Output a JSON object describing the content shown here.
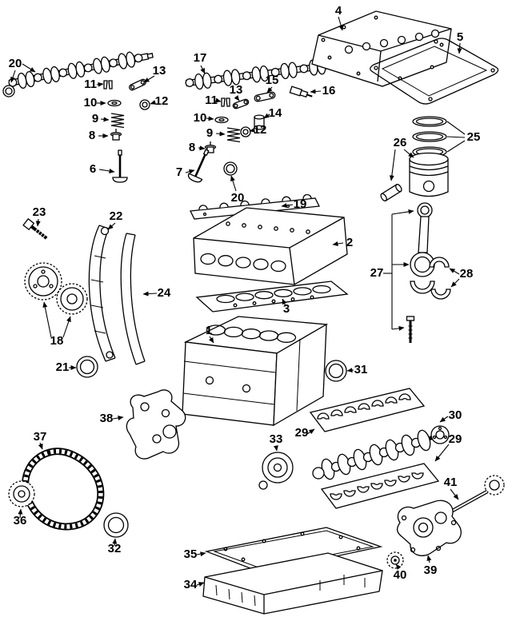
{
  "page": {
    "background_color": "#ffffff",
    "line_color": "#000000",
    "description": "Exploded engine parts diagram with numbered callouts"
  },
  "callouts": [
    {
      "label": "20",
      "part": "camshaft-exhaust"
    },
    {
      "label": "11",
      "part": "valve-keeper"
    },
    {
      "label": "13",
      "part": "rocker-arm"
    },
    {
      "label": "10",
      "part": "spring-retainer"
    },
    {
      "label": "12",
      "part": "valve-lifter"
    },
    {
      "label": "9",
      "part": "valve-spring"
    },
    {
      "label": "8",
      "part": "valve-stem-seal"
    },
    {
      "label": "6",
      "part": "exhaust-valve"
    },
    {
      "label": "17",
      "part": "camshaft-intake"
    },
    {
      "label": "13",
      "part": "rocker-arm"
    },
    {
      "label": "15",
      "part": "rocker-arm"
    },
    {
      "label": "16",
      "part": "plug-stud"
    },
    {
      "label": "11",
      "part": "valve-keeper"
    },
    {
      "label": "10",
      "part": "spring-retainer"
    },
    {
      "label": "14",
      "part": "valve-lifter"
    },
    {
      "label": "9",
      "part": "valve-spring"
    },
    {
      "label": "12",
      "part": "valve-lifter"
    },
    {
      "label": "8",
      "part": "valve-stem-seal"
    },
    {
      "label": "7",
      "part": "intake-valve"
    },
    {
      "label": "20",
      "part": "camshaft-seal"
    },
    {
      "label": "4",
      "part": "valve-cover"
    },
    {
      "label": "5",
      "part": "valve-cover-gasket"
    },
    {
      "label": "25",
      "part": "piston-ring-set"
    },
    {
      "label": "26",
      "part": "piston"
    },
    {
      "label": "19",
      "part": "bearing-ledge"
    },
    {
      "label": "2",
      "part": "cylinder-head"
    },
    {
      "label": "3",
      "part": "head-gasket"
    },
    {
      "label": "23",
      "part": "bolt"
    },
    {
      "label": "22",
      "part": "timing-chain-guide"
    },
    {
      "label": "24",
      "part": "tensioner-rail"
    },
    {
      "label": "18",
      "part": "timing-gears"
    },
    {
      "label": "21",
      "part": "camshaft-front-seal"
    },
    {
      "label": "1",
      "part": "engine-block"
    },
    {
      "label": "31",
      "part": "shaft-seal"
    },
    {
      "label": "27",
      "part": "connecting-rod"
    },
    {
      "label": "28",
      "part": "rod-bearings"
    },
    {
      "label": "38",
      "part": "support-bracket"
    },
    {
      "label": "33",
      "part": "crankshaft-hub"
    },
    {
      "label": "29",
      "part": "main-bearings-upper"
    },
    {
      "label": "30",
      "part": "crankshaft"
    },
    {
      "label": "29",
      "part": "main-bearings-lower"
    },
    {
      "label": "37",
      "part": "timing-chain"
    },
    {
      "label": "36",
      "part": "crank-sprocket"
    },
    {
      "label": "32",
      "part": "front-seal"
    },
    {
      "label": "41",
      "part": "oil-pump-shaft"
    },
    {
      "label": "35",
      "part": "oil-pan-gasket"
    },
    {
      "label": "34",
      "part": "oil-pan"
    },
    {
      "label": "40",
      "part": "oil-pump-sprocket"
    },
    {
      "label": "39",
      "part": "oil-pump"
    }
  ]
}
